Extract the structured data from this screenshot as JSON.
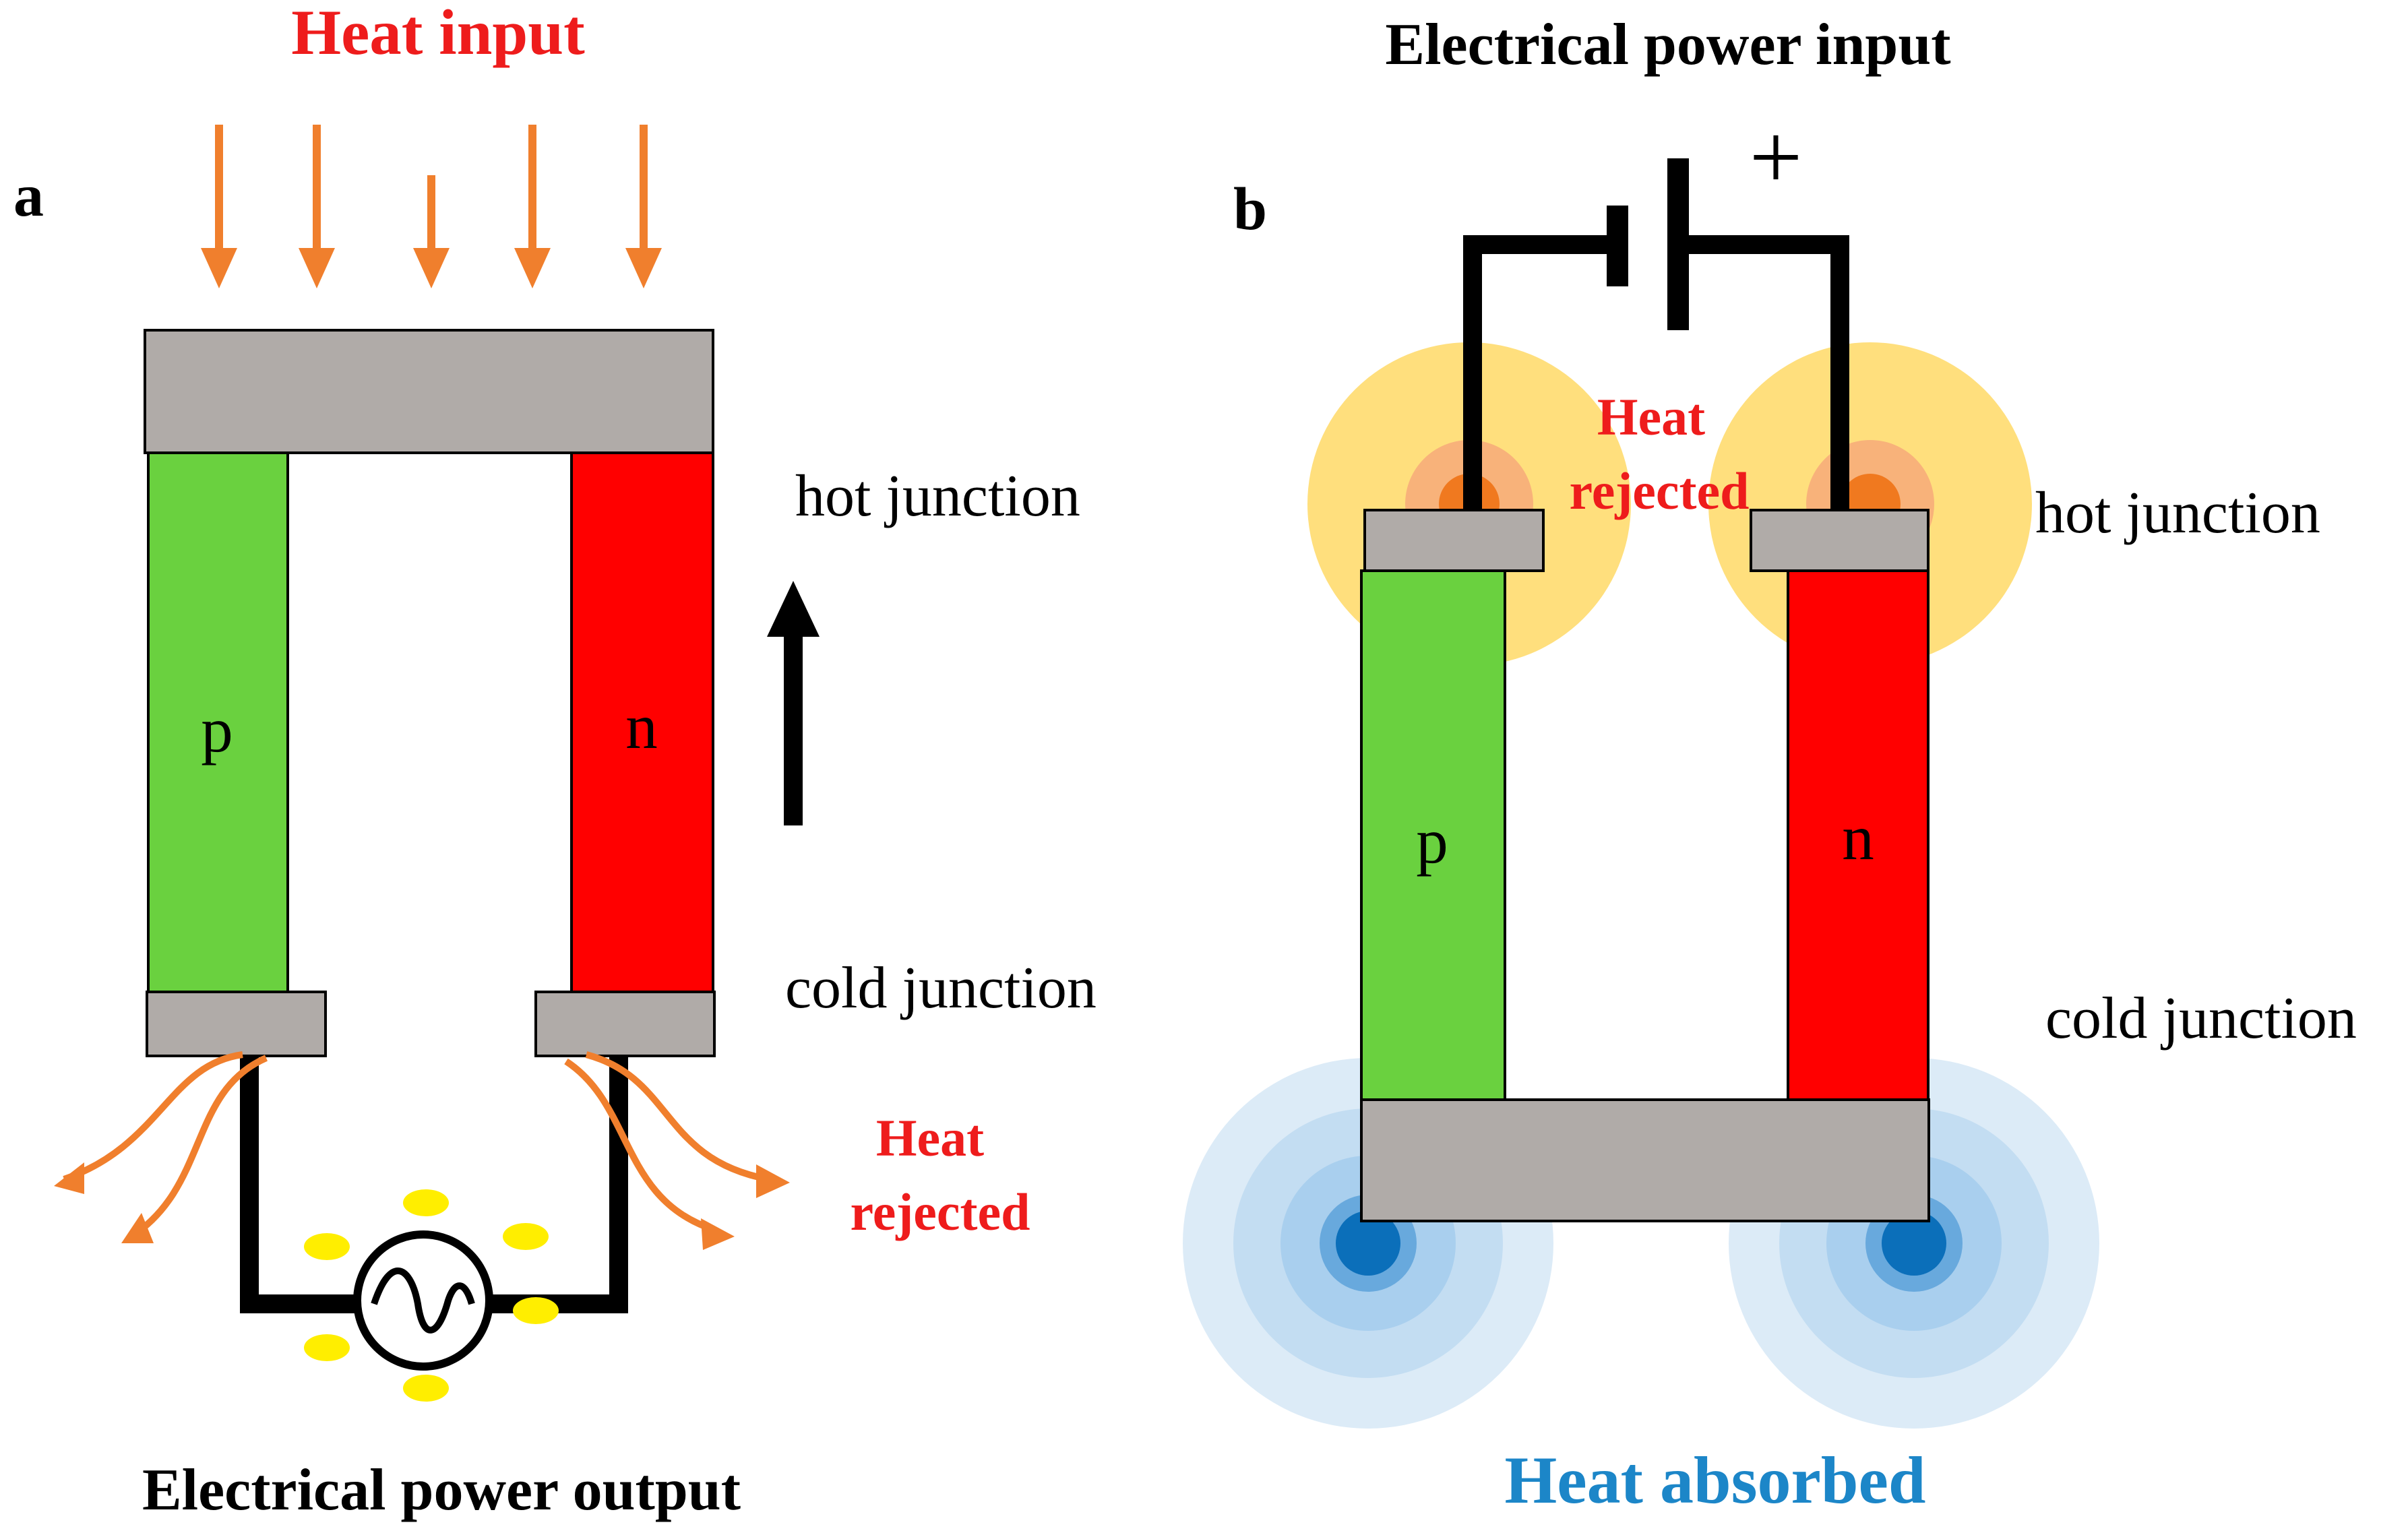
{
  "panel_a": {
    "label": "a",
    "heat_input": "Heat input",
    "p_label": "p",
    "n_label": "n",
    "hot_junction": "hot junction",
    "cold_junction": "cold junction",
    "heat_rejected_line1": "Heat",
    "heat_rejected_line2": "rejected",
    "power_output": "Electrical power output"
  },
  "panel_b": {
    "label": "b",
    "power_input": "Electrical power input",
    "plus_sign": "+",
    "heat_rejected_line1": "Heat",
    "heat_rejected_line2": "rejected",
    "p_label": "p",
    "n_label": "n",
    "hot_junction": "hot junction",
    "cold_junction": "cold junction",
    "heat_absorbed": "Heat absorbed"
  },
  "colors": {
    "p_leg": "#6ad13f",
    "n_leg": "#ff0000",
    "junction": "#b0aba8",
    "heat_arrow": "#f07f2d",
    "heat_text": "#ee1c1c",
    "absorbed_text": "#1c86c8",
    "wire": "#000000",
    "glow_outer": "#ffd966",
    "glow_mid": "#f8b27a",
    "glow_inner": "#f0791f",
    "cold_outer": "#dcebf7",
    "cold_mid": "#a9cfee",
    "cold_core": "#0b6fba",
    "bulb_rays": "#ffee00"
  }
}
